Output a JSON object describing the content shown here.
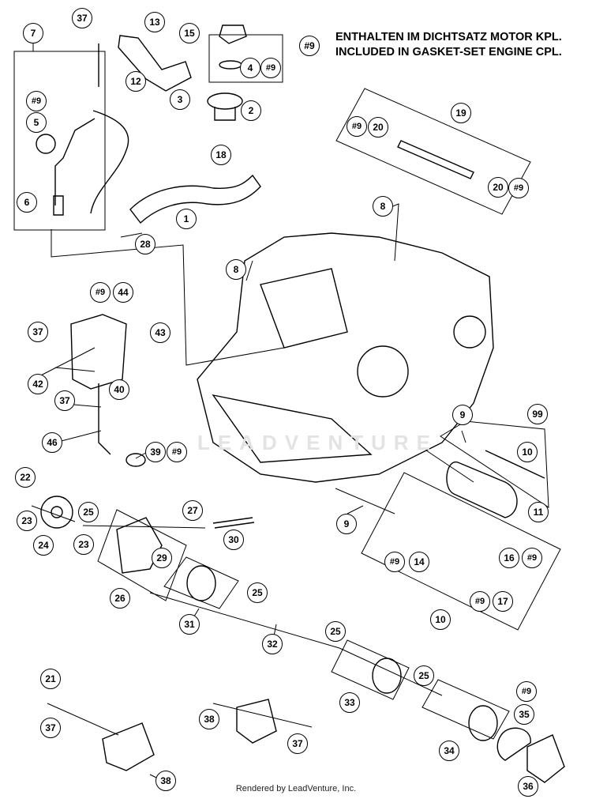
{
  "legend": {
    "ref": "#9",
    "line1": "ENTHALTEN IM DICHTSATZ MOTOR KPL.",
    "line2": "INCLUDED IN GASKET-SET ENGINE CPL."
  },
  "watermark": "LEADVENTURE",
  "footer": "Rendered by LeadVenture, Inc.",
  "callouts": [
    "37",
    "7",
    "13",
    "15",
    "#9",
    "4",
    "#9",
    "12",
    "3",
    "2",
    "5",
    "18",
    "6",
    "1",
    "28",
    "19",
    "#9",
    "20",
    "20",
    "#9",
    "8",
    "8",
    "#9",
    "44",
    "37",
    "43",
    "42",
    "40",
    "37",
    "46",
    "39",
    "#9",
    "9",
    "99",
    "10",
    "11",
    "22",
    "23",
    "25",
    "24",
    "23",
    "27",
    "26",
    "29",
    "30",
    "9",
    "#9",
    "14",
    "16",
    "#9",
    "#9",
    "17",
    "10",
    "31",
    "25",
    "32",
    "25",
    "33",
    "25",
    "21",
    "37",
    "38",
    "37",
    "38",
    "34",
    "#9",
    "35",
    "36"
  ]
}
